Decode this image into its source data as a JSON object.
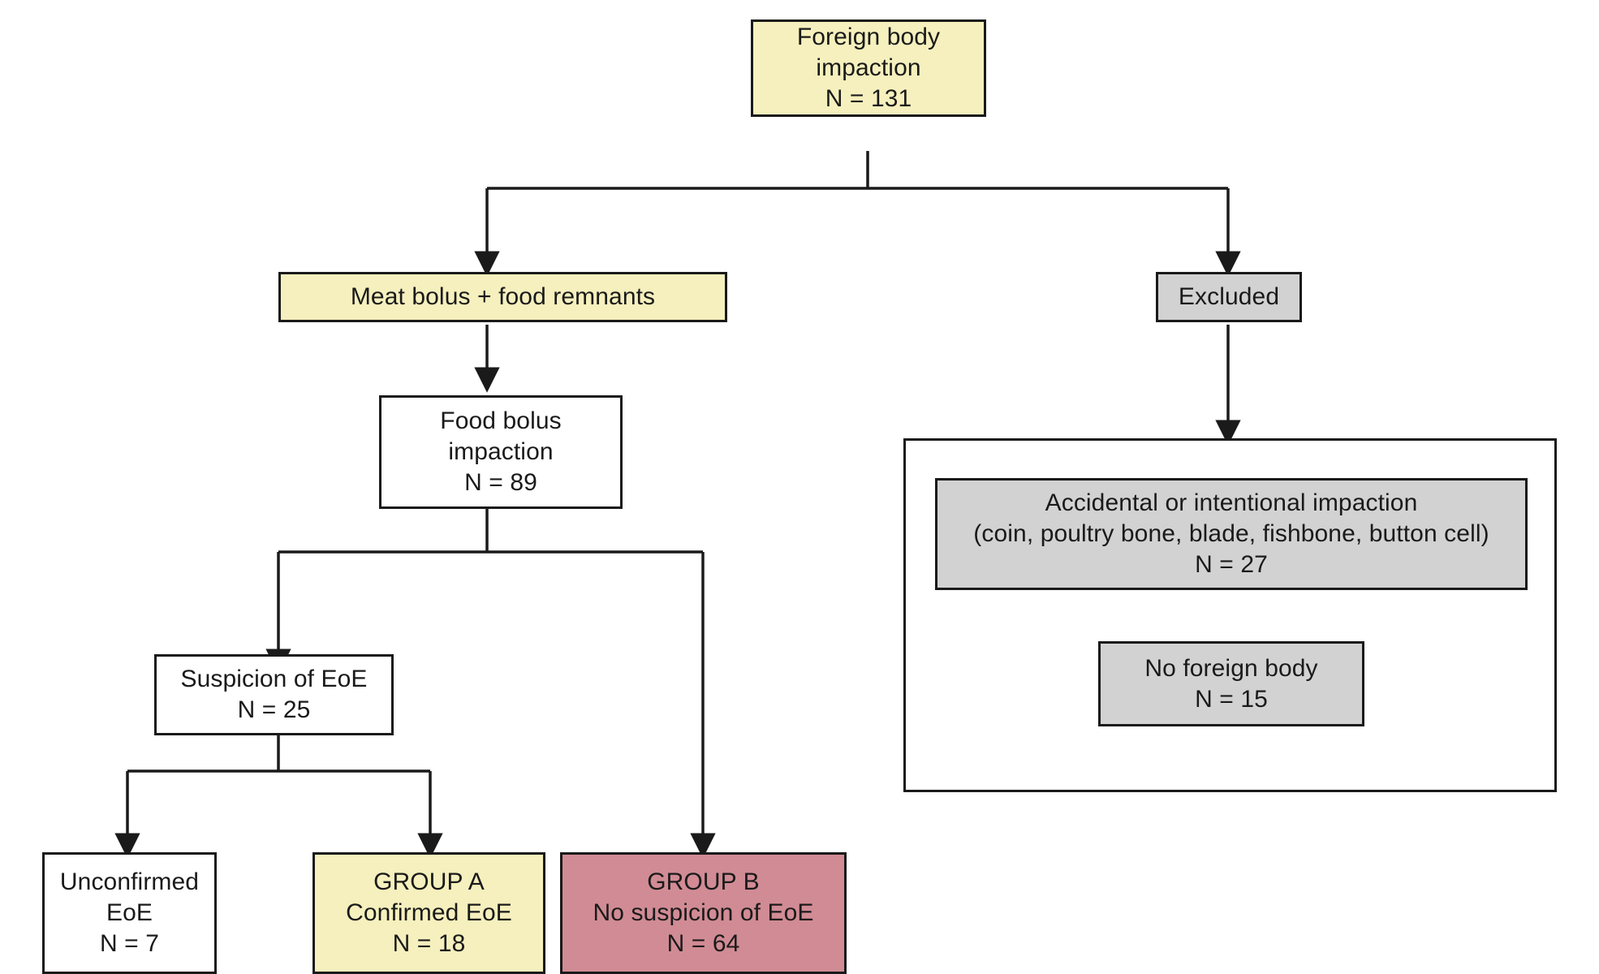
{
  "diagram": {
    "type": "flowchart",
    "title": "Foreign body impaction patient flow",
    "colors": {
      "yellow": "#F5F0BD",
      "gray": "#D2D2D2",
      "pink": "#D18B94",
      "white": "#FFFFFF",
      "stroke": "#1A1A1A"
    },
    "nodes": {
      "root": {
        "line1": "Foreign body",
        "line2": "impaction",
        "line3": "N = 131"
      },
      "meat_bolus": {
        "line1": "Meat bolus + food remnants"
      },
      "excluded": {
        "line1": "Excluded"
      },
      "food_bolus": {
        "line1": "Food bolus",
        "line2": "impaction",
        "line3": "N = 89"
      },
      "accidental": {
        "line1": "Accidental or intentional impaction",
        "line2": "(coin, poultry bone, blade, fishbone, button cell)",
        "line3": "N = 27"
      },
      "no_foreign_body": {
        "line1": "No foreign body",
        "line2": "N = 15"
      },
      "suspicion": {
        "line1": "Suspicion of EoE",
        "line2": "N = 25"
      },
      "unconfirmed": {
        "line1": "Unconfirmed",
        "line2": "EoE",
        "line3": "N = 7"
      },
      "group_a": {
        "line1": "GROUP A",
        "line2": "Confirmed EoE",
        "line3": "N = 18"
      },
      "group_b": {
        "line1": "GROUP B",
        "line2": "No suspicion of EoE",
        "line3": "N = 64"
      }
    }
  }
}
